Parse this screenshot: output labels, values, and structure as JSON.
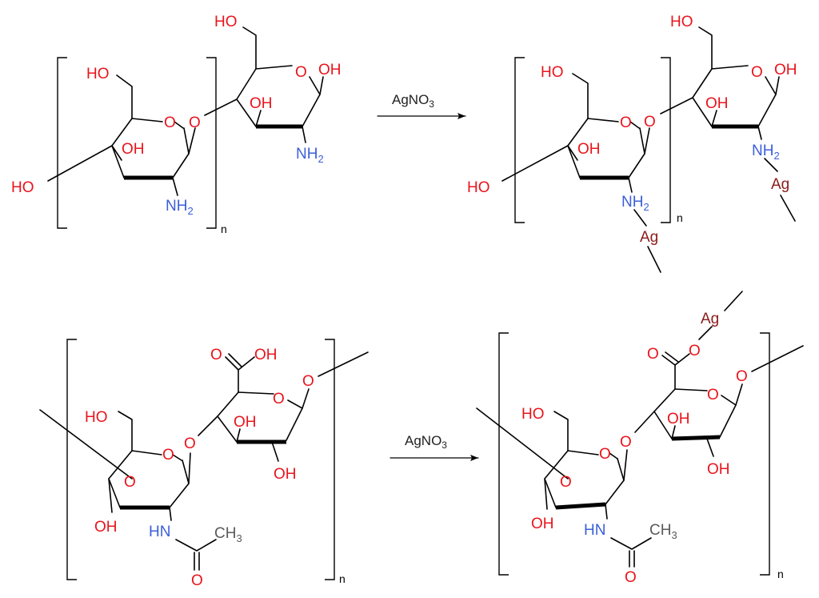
{
  "labels": {
    "oh": "OH",
    "ho": "HO",
    "o": "O",
    "nh": "NH",
    "nh_sub": "2",
    "hn": "HN",
    "ch": "CH",
    "ch_sub": "3",
    "ag": "Ag",
    "repeat_n": "n"
  },
  "reactions": {
    "top_reagent": "AgNO",
    "top_reagent_sub": "3",
    "bottom_reagent": "AgNO",
    "bottom_reagent_sub": "3"
  },
  "colors": {
    "oxygen": "#e8141c",
    "nitrogen": "#3b5fd9",
    "silver": "#8b1a1a",
    "carbon": "#5a5a5a"
  }
}
